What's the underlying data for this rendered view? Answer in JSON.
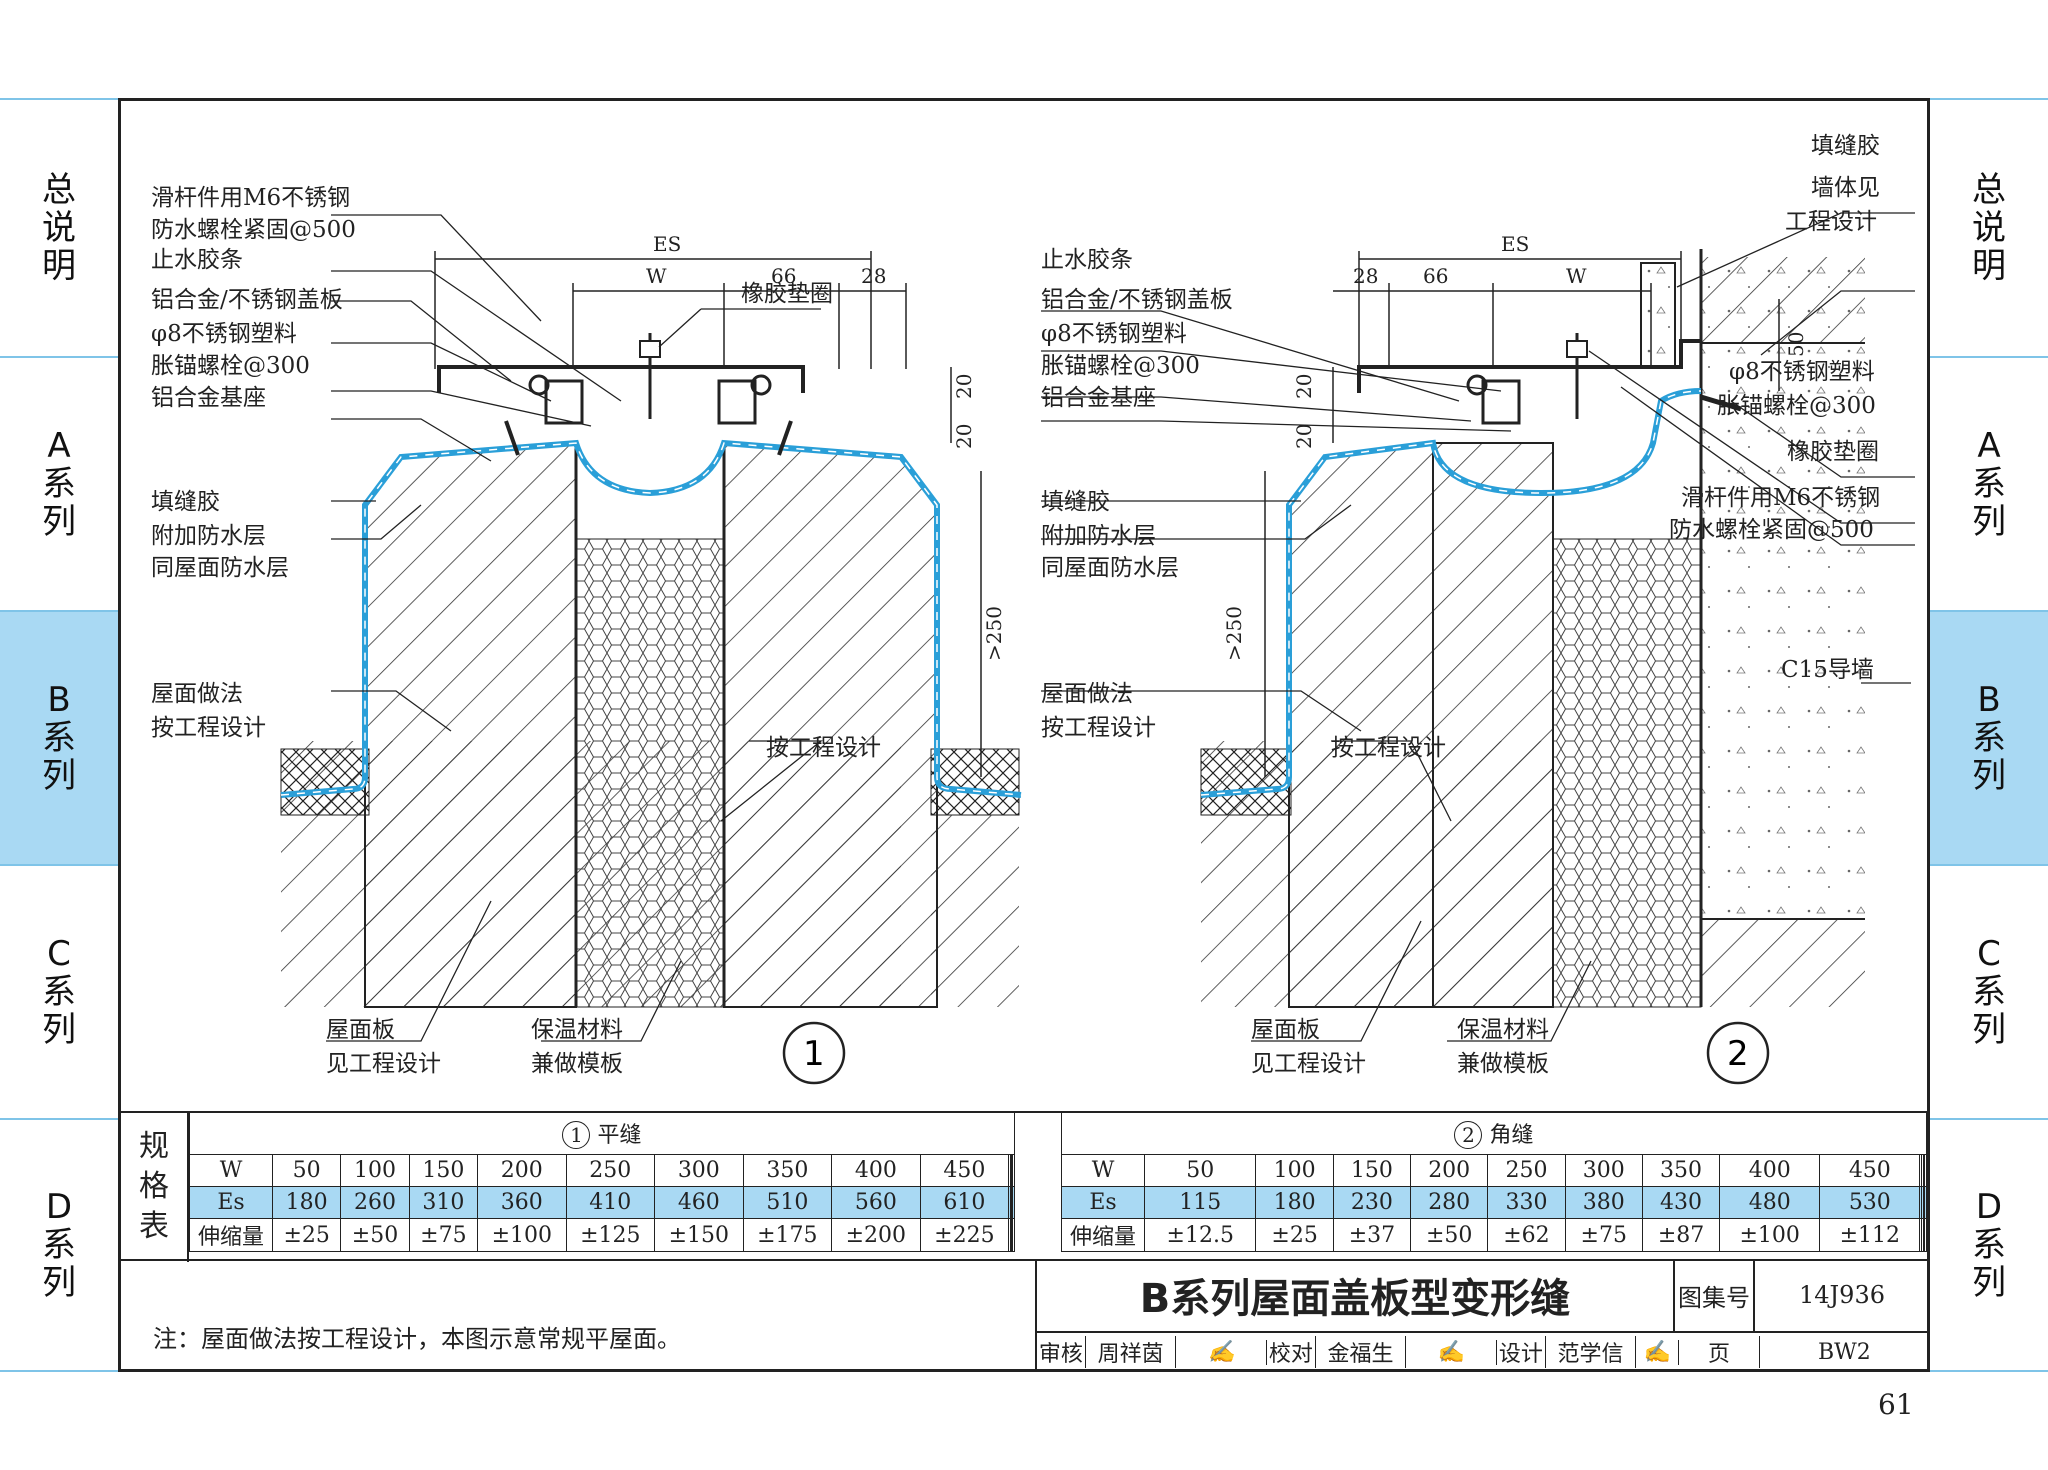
{
  "side_tabs": {
    "items": [
      {
        "label": "总说明"
      },
      {
        "label": "A系列"
      },
      {
        "label": "B系列",
        "active": true
      },
      {
        "label": "C系列"
      },
      {
        "label": "D系列"
      }
    ]
  },
  "detail1": {
    "callout": "1",
    "dims": {
      "es": "ES",
      "w": "W",
      "d66": "66",
      "d28": "28",
      "d20a": "20",
      "d20b": "20",
      "d250": ">250"
    },
    "labels": {
      "slide_bolt_1": "滑杆件用M6不锈钢",
      "slide_bolt_2": "防水螺栓紧固@500",
      "water_stop": "止水胶条",
      "cover": "铝合金/不锈钢盖板",
      "anchor_1": "φ8不锈钢塑料",
      "anchor_2": "胀锚螺栓@300",
      "base": "铝合金基座",
      "rubber_washer": "橡胶垫圈",
      "sealant": "填缝胶",
      "extra_wp_1": "附加防水层",
      "extra_wp_2": "同屋面防水层",
      "roof_1": "屋面做法",
      "roof_2": "按工程设计",
      "by_design": "按工程设计",
      "slab_1": "屋面板",
      "slab_2": "见工程设计",
      "insul_1": "保温材料",
      "insul_2": "兼做模板"
    }
  },
  "detail2": {
    "callout": "2",
    "dims": {
      "es": "ES",
      "w": "W",
      "d66": "66",
      "d28": "28",
      "d50": "50",
      "d20a": "20",
      "d20b": "20",
      "d250": ">250"
    },
    "labels": {
      "sealant_top": "填缝胶",
      "wall_1": "墙体见",
      "wall_2": "工程设计",
      "water_stop": "止水胶条",
      "cover": "铝合金/不锈钢盖板",
      "anchor_1": "φ8不锈钢塑料",
      "anchor_2": "胀锚螺栓@300",
      "base": "铝合金基座",
      "anchor_r1": "φ8不锈钢塑料",
      "anchor_r2": "胀锚螺栓@300",
      "rubber_washer": "橡胶垫圈",
      "slide_bolt_1": "滑杆件用M6不锈钢",
      "slide_bolt_2": "防水螺栓紧固@500",
      "guide_wall": "C15导墙",
      "sealant": "填缝胶",
      "extra_wp_1": "附加防水层",
      "extra_wp_2": "同屋面防水层",
      "roof_1": "屋面做法",
      "roof_2": "按工程设计",
      "by_design": "按工程设计",
      "slab_1": "屋面板",
      "slab_2": "见工程设计",
      "insul_1": "保温材料",
      "insul_2": "兼做模板"
    }
  },
  "spec_table": {
    "side_label": [
      "规",
      "格",
      "表"
    ],
    "flat": {
      "title_num": "1",
      "title": "平缝",
      "w_label": "W",
      "w": [
        "50",
        "100",
        "150",
        "200",
        "250",
        "300",
        "350",
        "400",
        "450"
      ],
      "es_label": "Es",
      "es": [
        "180",
        "260",
        "310",
        "360",
        "410",
        "460",
        "510",
        "560",
        "610"
      ],
      "exp_label": "伸缩量",
      "exp": [
        "±25",
        "±50",
        "±75",
        "±100",
        "±125",
        "±150",
        "±175",
        "±200",
        "±225"
      ]
    },
    "corner": {
      "title_num": "2",
      "title": "角缝",
      "w_label": "W",
      "w": [
        "50",
        "100",
        "150",
        "200",
        "250",
        "300",
        "350",
        "400",
        "450"
      ],
      "es_label": "Es",
      "es": [
        "115",
        "180",
        "230",
        "280",
        "330",
        "380",
        "430",
        "480",
        "530"
      ],
      "exp_label": "伸缩量",
      "exp": [
        "±12.5",
        "±25",
        "±37",
        "±50",
        "±62",
        "±75",
        "±87",
        "±100",
        "±112"
      ]
    }
  },
  "title_block": {
    "title": "B系列屋面盖板型变形缝",
    "atlas_label": "图集号",
    "atlas_no": "14J936",
    "page_label": "页",
    "page_no": "BW2",
    "review_label": "审核",
    "reviewer": "周祥茵",
    "check_label": "校对",
    "checker": "金福生",
    "design_label": "设计",
    "designer": "范学信"
  },
  "note": "注：屋面做法按工程设计，本图示意常规平屋面。",
  "page_number": "61",
  "colors": {
    "waterproof": "#2a9fd8",
    "tab_active": "#a9d9f3",
    "rule": "#7fc4e8"
  }
}
